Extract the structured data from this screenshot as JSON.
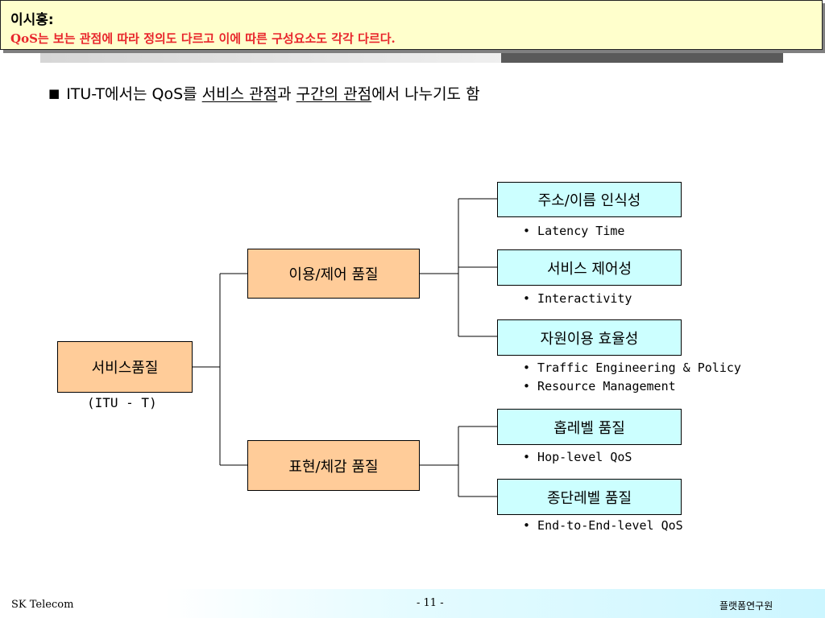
{
  "comment": {
    "author": "이시홍:",
    "text": "QoS는 보는 관점에 따라 정의도 다르고 이에 따른 구성요소도 각각 다르다."
  },
  "headline": {
    "bullet": "■",
    "prefix": "ITU-T에서는 QoS를 ",
    "term1": "서비스 관점",
    "mid": "과 ",
    "term2": "구간의 관점",
    "suffix": "에서 나누기도 함"
  },
  "diagram": {
    "root": {
      "label": "서비스품질",
      "caption": "(ITU - T)"
    },
    "branches": [
      {
        "label": "이용/제어 품질",
        "leaves": [
          {
            "label": "주소/이름 인식성",
            "notes": [
              "• Latency Time"
            ]
          },
          {
            "label": "서비스 제어성",
            "notes": [
              "• Interactivity"
            ]
          },
          {
            "label": "자원이용 효율성",
            "notes": [
              "• Traffic Engineering & Policy",
              "• Resource Management"
            ]
          }
        ]
      },
      {
        "label": "표현/체감 품질",
        "leaves": [
          {
            "label": "홉레벨 품질",
            "notes": [
              "• Hop-level QoS"
            ]
          },
          {
            "label": "종단레벨 품질",
            "notes": [
              "• End-to-End-level QoS"
            ]
          }
        ]
      }
    ]
  },
  "footer": {
    "company": "SK Telecom",
    "page": "- 11 -",
    "department": "플랫폼연구원"
  },
  "colors": {
    "comment_bg": "#ffffcc",
    "comment_text": "#e8262c",
    "orange_box": "#ffcc99",
    "cyan_box": "#ccffff"
  }
}
